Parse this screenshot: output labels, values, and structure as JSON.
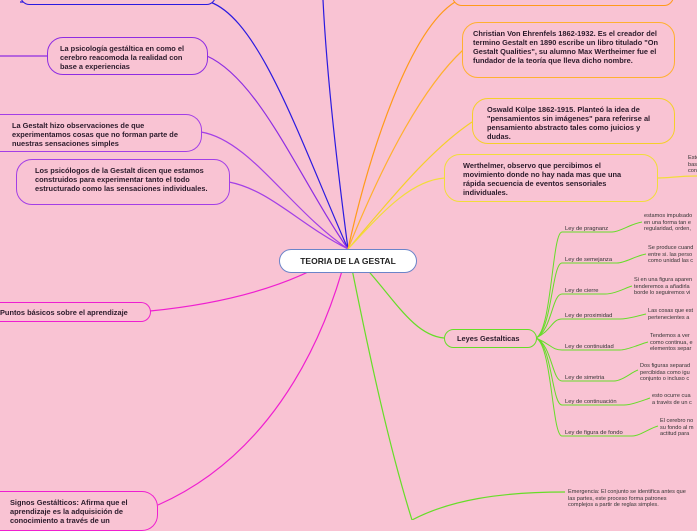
{
  "central": "TEORIA DE LA GESTAL",
  "left_nodes": {
    "reacomoda": "La psicología gestáltica en como el cerebro reacomoda la realidad con base a experiencias",
    "observaciones": "La Gestalt hizo observaciones de que experimentamos cosas que no forman parte de nuestras sensaciones simples",
    "psicologos": "Los psicólogos de la Gestalt dicen que estamos construidos para experimentar tanto el todo estructurado como las sensaciones individuales.",
    "puntos": "Puntos básicos sobre el aprendizaje",
    "signos": "Signos Gestálticos: Afirma que el aprendizaje es la adquisición de conocimiento a través de un"
  },
  "right_nodes": {
    "ehrenfels": "Christian Von Ehrenfels 1862-1932. Es el creador del termino Gestalt en 1890 escribe un libro titulado \"On Gestalt Qualities\", su alumno Max Wertheimer fue el fundador de la teoría que lleva dicho nombre.",
    "kulpe": "Oswald Külpe 1862-1915. Planteó la idea de \"pensamientos sin imágenes\" para referirse al pensamiento abstracto tales como juicios y dudas.",
    "wertheimer": "Werthelmer, observo que percibimos el movimiento donde no  hay nada mas que una rápida secuencia de eventos sensoriales individuales.",
    "wertheimer_leaf": "Este\nbas\ncon",
    "leyes": "Leyes Gestalticas",
    "emergencia": "Emergencia: El conjunto se identifica antes que las partes, este proceso forma patrones complejos a partir de reglas simples."
  },
  "laws": [
    {
      "label": "Ley de pragnanz",
      "desc": "estamos impulsado\nen una forma tan e\nregularidad, orden,"
    },
    {
      "label": "Ley de semejanza",
      "desc": "Se produce cuand\nentre si. las perso\ncomo unidad las c"
    },
    {
      "label": "Ley de cierre",
      "desc": "Si en una figura aparen\ntenderemos a añadirla\nborde lo seguiremos vi"
    },
    {
      "label": "Ley de proximidad",
      "desc": "Las cosas que est\npertenecientes a"
    },
    {
      "label": "Ley de continuidad",
      "desc": "Tendemos a ver\ncomo continua, e\nelementos separ"
    },
    {
      "label": "Ley de simetria",
      "desc": "Dos figuras separad\npercibidas como igu\nconjunto o incluso c"
    },
    {
      "label": "Ley de continuación",
      "desc": "esto ocurre cua\na través de un c"
    },
    {
      "label": "Ley de figura de fondo",
      "desc": "El cerebro no\nsu fondo al m\nactitud para"
    }
  ],
  "colors": {
    "background": "#f9c3d3",
    "purple": "#8e2de2",
    "violet": "#a33fe6",
    "blue": "#2b1ae0",
    "magenta": "#ef1fd0",
    "orange": "#ff9a1a",
    "yellow": "#f5cf2a",
    "green": "#66dd28"
  }
}
